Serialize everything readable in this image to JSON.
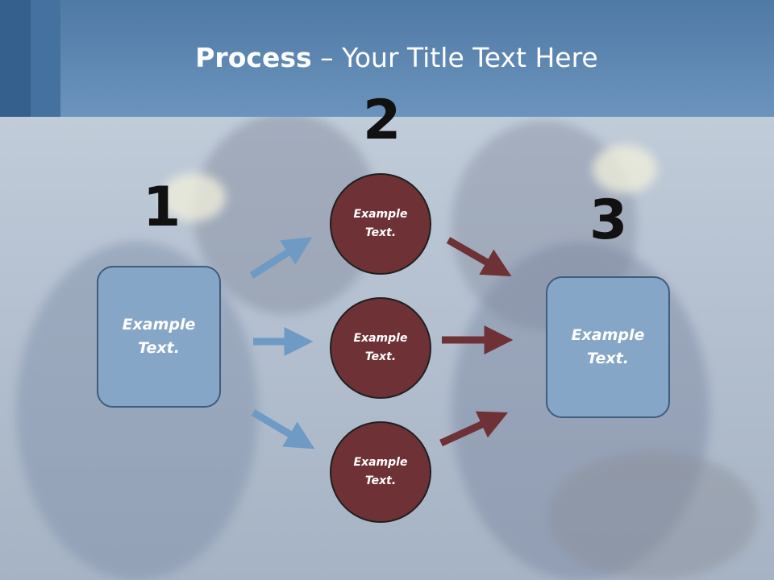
{
  "title": {
    "bold": "Process",
    "rest": " – Your Title Text Here"
  },
  "steps": {
    "one": "1",
    "two": "2",
    "three": "3"
  },
  "left_box": {
    "text": "Example Text."
  },
  "right_box": {
    "text": "Example Text."
  },
  "circles": [
    {
      "text": "Example Text."
    },
    {
      "text": "Example Text."
    },
    {
      "text": "Example Text."
    }
  ],
  "colors": {
    "header": "#6b93bd",
    "box_fill": "#86a6c8",
    "circle_fill": "#6e3236",
    "blue_arrow": "#6f9ac4",
    "red_arrow": "#6e3236"
  }
}
